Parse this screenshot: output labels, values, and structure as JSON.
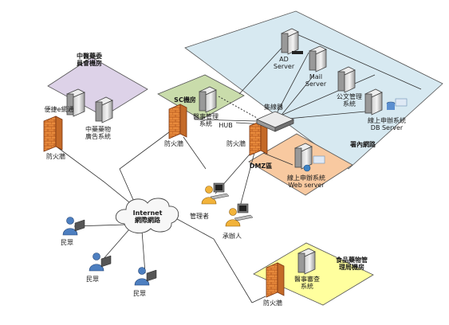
{
  "zones": {
    "cmpc_room": "中醫藥委\n員會機房",
    "sc_room": "SC機房",
    "internal_net": "署內網路",
    "dmz": "DMZ區",
    "fda_room": "食品藥物管\n理局機房"
  },
  "nodes": {
    "convenient_e": "便捷e網通",
    "cm_ad_system": "中藥藥物\n廣告系統",
    "firewall_cmpc": "防火牆",
    "medical_mgmt": "醫事管理\n系統",
    "firewall_sc": "防火牆",
    "switch": "集線器",
    "ad_server": "AD\nServer",
    "mail_server": "Mail\nServer",
    "doc_mgmt": "公文管理\n系統",
    "db_server": "線上申辦系統\nDB Server",
    "web_server": "線上申辦系統\nWeb server",
    "internet": "Internet\n網際網路",
    "admin": "管理者",
    "handler": "承辦人",
    "citizen_1": "民眾",
    "citizen_2": "民眾",
    "citizen_3": "民眾",
    "med_review": "醫事審查\n系統",
    "firewall_fda": "防火牆",
    "hub_link": "HUB"
  },
  "colors": {
    "purple_zone": "#ddd2e8",
    "green_zone": "#c9dcab",
    "blue_zone": "#d7e9f1",
    "orange_zone": "#f8c9a0",
    "yellow_zone": "#ffff9e",
    "firewall": "#e88a3c",
    "person": "#4d7fc0",
    "person_alt": "#f2b33a"
  }
}
